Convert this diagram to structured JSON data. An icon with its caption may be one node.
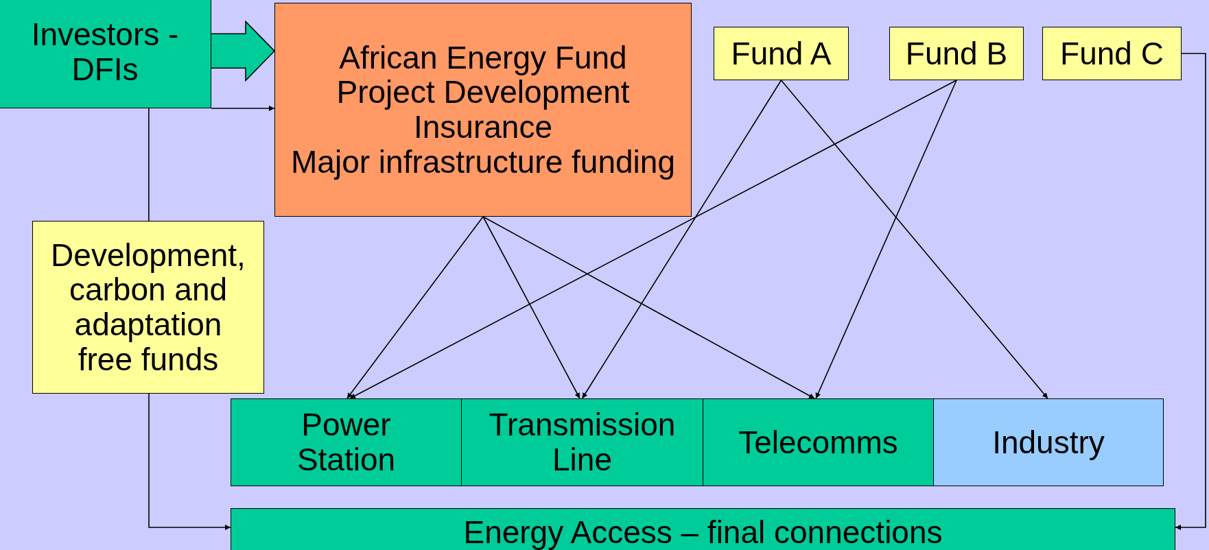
{
  "diagram": {
    "nodes": [
      {
        "text": [
          "Investors - DFIs"
        ]
      },
      {
        "text": [
          "African Energy Fund",
          "Project Development",
          "Insurance",
          "Major infrastructure funding"
        ]
      },
      {
        "text": [
          "Fund A"
        ]
      },
      {
        "text": [
          "Fund B"
        ]
      },
      {
        "text": [
          "Fund C"
        ]
      },
      {
        "text": [
          "Development, carbon and adaptation free funds"
        ]
      },
      {
        "text": [
          "Power Station"
        ]
      },
      {
        "text": [
          "Transmission Line"
        ]
      },
      {
        "text": [
          "Telecomms"
        ]
      },
      {
        "text": [
          "Industry"
        ]
      },
      {
        "text": [
          "Energy Access – final connections"
        ]
      }
    ],
    "edges": [
      {
        "from": 0,
        "to": 1,
        "arrow": "to",
        "style": "thick"
      },
      {
        "from": 0,
        "to": 1,
        "arrow": "to"
      },
      {
        "from": 0,
        "to": 5,
        "arrow": "none"
      },
      {
        "from": 5,
        "to": 10,
        "arrow": "to"
      },
      {
        "from": 1,
        "to": 6,
        "arrow": "to"
      },
      {
        "from": 1,
        "to": 7,
        "arrow": "to"
      },
      {
        "from": 1,
        "to": 8,
        "arrow": "to"
      },
      {
        "from": 2,
        "to": 7,
        "arrow": "to"
      },
      {
        "from": 2,
        "to": 9,
        "arrow": "to"
      },
      {
        "from": 3,
        "to": 6,
        "arrow": "to"
      },
      {
        "from": 3,
        "to": 8,
        "arrow": "to"
      },
      {
        "from": 4,
        "to": 10,
        "arrow": "to"
      }
    ]
  }
}
